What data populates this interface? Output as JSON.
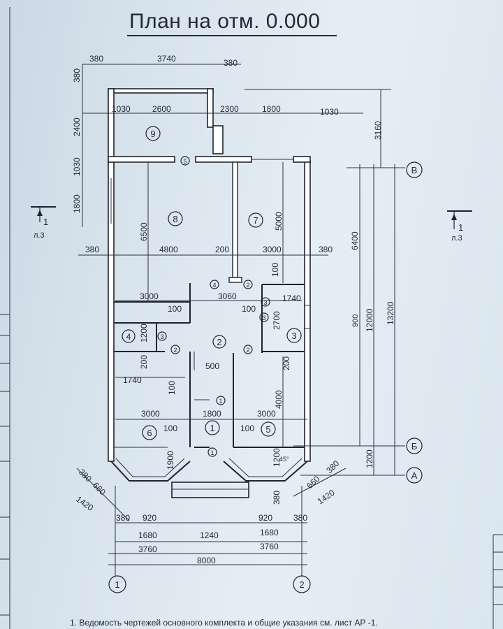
{
  "title": "План на отм. 0.000",
  "section_marks": {
    "left": {
      "number": "1",
      "sheet": "л.3"
    },
    "right": {
      "number": "1",
      "sheet": "л.3"
    }
  },
  "axes": {
    "b_upper": "В",
    "b_lower": "Б",
    "a": "А",
    "one": "1",
    "two": "2"
  },
  "rooms": {
    "r1": "1",
    "r1b": "1",
    "r2": "2",
    "r3a": "3",
    "r3b": "3",
    "r3c": "3",
    "r4": "4",
    "r4b": "4",
    "r5": "5",
    "r5b": "5",
    "r6": "6",
    "r7": "7",
    "r8": "8",
    "r9": "9",
    "d2a": "2",
    "d2b": "2",
    "d2c": "2"
  },
  "dims": {
    "top_380a": "380",
    "top_3740": "3740",
    "top_380b": "380",
    "row2_1030": "1030",
    "row2_2600": "2600",
    "row2_2300": "2300",
    "row2_1800": "1800",
    "row2_1030b": "1030",
    "left_380": "380",
    "left_2400": "2400",
    "left_1030": "1030",
    "left_1800": "1800",
    "r_3160": "3160",
    "r_6400": "6400",
    "r_12000": "12000",
    "r_13200": "13200",
    "r_900": "900",
    "r_1200": "1200",
    "h_6500": "6500",
    "h_5000": "5000",
    "m_380": "380",
    "m_4800": "4800",
    "m_200": "200",
    "m_3000": "3000",
    "m_380b": "380",
    "m_100": "100",
    "m_3000b": "3000",
    "m_3060": "3060",
    "m_1740": "1740",
    "m_100b": "100",
    "m_100c": "100",
    "m_2700": "2700",
    "m_1200": "1200",
    "m_200b": "200",
    "m_500": "500",
    "m_200c": "200",
    "m_1740b": "1740",
    "m_100d": "100",
    "m_4000": "4000",
    "b_3000": "3000",
    "b_1800": "1800",
    "b_3000b": "3000",
    "b_100": "100",
    "b_100b": "100",
    "b_1900": "1900",
    "b_1200": "1200",
    "b_45": "45°",
    "bl_380": "380",
    "bl_660": "660",
    "bl_1420": "1420",
    "br_380": "380",
    "br_660": "660",
    "br_1420": "1420",
    "br_380v": "380",
    "bot_380": "380",
    "bot_920": "920",
    "bot_1680": "1680",
    "bot_1240": "1240",
    "bot_920b": "920",
    "bot_380b": "380",
    "bot_1680b": "1680",
    "bot_3760": "3760",
    "bot_3760b": "3760",
    "bot_8000": "8000"
  },
  "footer": "1. Ведомость чертежей основного комплекта и общие указания см. лист АР -1."
}
